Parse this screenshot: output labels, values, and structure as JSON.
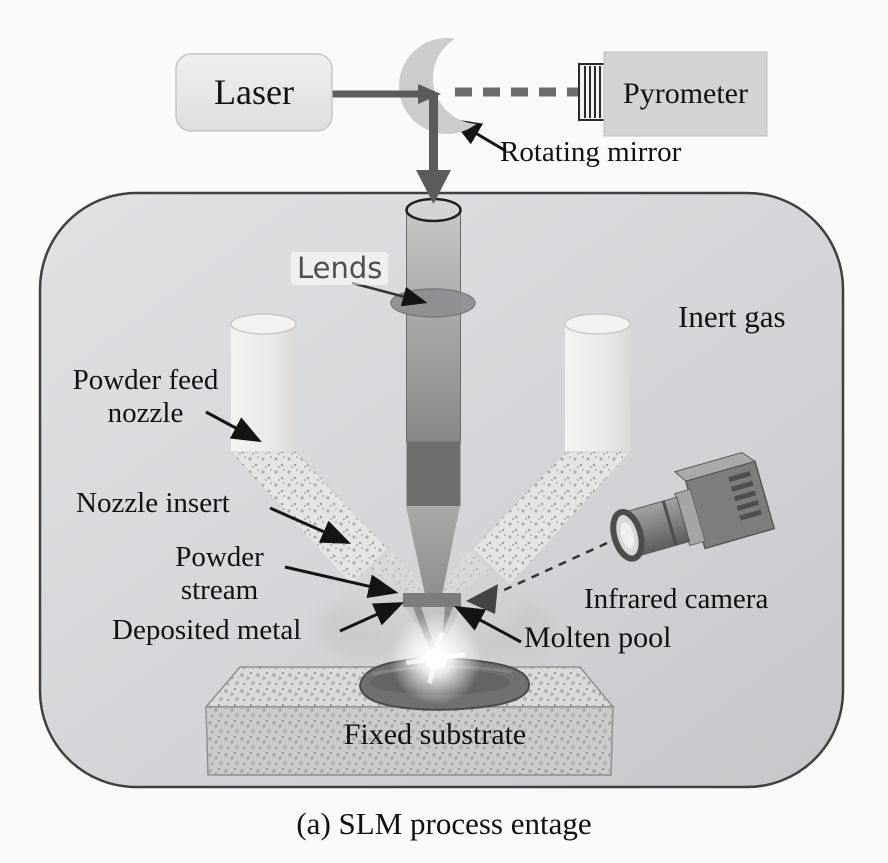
{
  "caption": "(a) SLM process entage",
  "labels": {
    "laser": "Laser",
    "pyrometer": "Pyrometer",
    "rotating_mirror": "Rotating mirror",
    "lens": "Lends",
    "inert_gas": "Inert gas",
    "powder_feed_nozzle_line1": "Powder feed",
    "powder_feed_nozzle_line2": "nozzle",
    "nozzle_insert": "Nozzle insert",
    "powder_stream_line1": "Powder",
    "powder_stream_line2": "stream",
    "deposited_metal": "Deposited metal",
    "molten_pool": "Molten pool",
    "infrared_camera": "Infrared camera",
    "fixed_substrate": "Fixed substrate"
  },
  "colors": {
    "background": "#fafafa",
    "chamber_border": "#3f3f3f",
    "beam": "#5b5b5b",
    "label_text": "#111111",
    "lens_label_text": "#4e4e4e",
    "pyrometer_fill": "#d3d3d5"
  }
}
